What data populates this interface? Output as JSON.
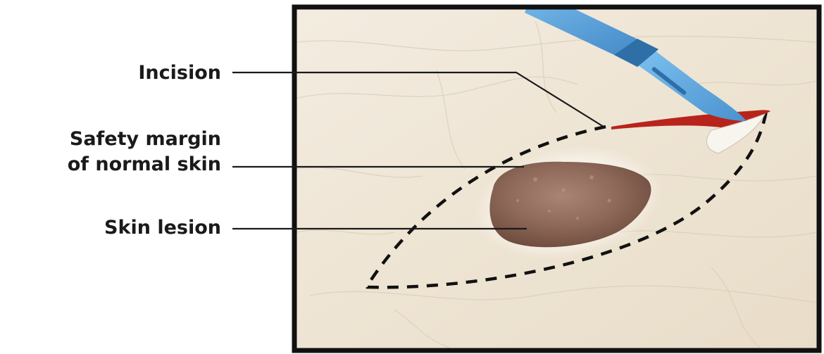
{
  "labels": {
    "incision": "Incision",
    "safety_margin_line1": "Safety margin",
    "safety_margin_line2": "of normal skin",
    "skin_lesion": "Skin lesion"
  },
  "colors": {
    "skin": "#efe6d6",
    "lesion": "#8b6656",
    "handle": "#4f97d3",
    "incision": "#b8231b",
    "frame": "#111111"
  }
}
